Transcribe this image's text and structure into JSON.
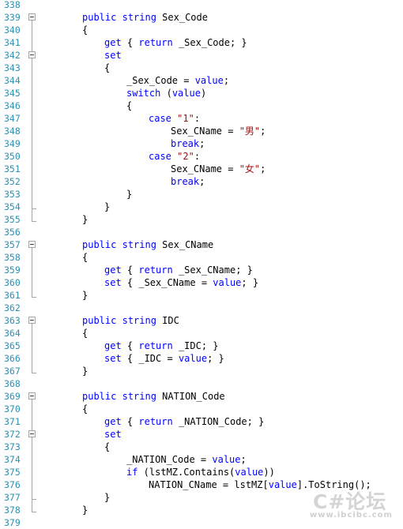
{
  "lines": [
    {
      "n": "338",
      "fold": "none",
      "indent": 0,
      "t": []
    },
    {
      "n": "339",
      "fold": "start",
      "indent": 2,
      "t": [
        [
          "k",
          "public"
        ],
        [
          "p",
          " "
        ],
        [
          "k",
          "string"
        ],
        [
          "p",
          " Sex_Code"
        ]
      ]
    },
    {
      "n": "340",
      "fold": "none",
      "indent": 2,
      "t": [
        [
          "p",
          "{"
        ]
      ]
    },
    {
      "n": "341",
      "fold": "none",
      "indent": 3,
      "t": [
        [
          "k",
          "get"
        ],
        [
          "p",
          " { "
        ],
        [
          "k",
          "return"
        ],
        [
          "p",
          " _Sex_Code; }"
        ]
      ]
    },
    {
      "n": "342",
      "fold": "start",
      "indent": 3,
      "t": [
        [
          "k",
          "set"
        ]
      ]
    },
    {
      "n": "343",
      "fold": "none",
      "indent": 3,
      "t": [
        [
          "p",
          "{"
        ]
      ]
    },
    {
      "n": "344",
      "fold": "none",
      "indent": 4,
      "t": [
        [
          "p",
          "_Sex_Code = "
        ],
        [
          "k",
          "value"
        ],
        [
          "p",
          ";"
        ]
      ]
    },
    {
      "n": "345",
      "fold": "none",
      "indent": 4,
      "t": [
        [
          "k",
          "switch"
        ],
        [
          "p",
          " ("
        ],
        [
          "k",
          "value"
        ],
        [
          "p",
          ")"
        ]
      ]
    },
    {
      "n": "346",
      "fold": "none",
      "indent": 4,
      "t": [
        [
          "p",
          "{"
        ]
      ]
    },
    {
      "n": "347",
      "fold": "none",
      "indent": 5,
      "t": [
        [
          "k",
          "case"
        ],
        [
          "p",
          " "
        ],
        [
          "s",
          "\"1\""
        ],
        [
          "p",
          ":"
        ]
      ]
    },
    {
      "n": "348",
      "fold": "none",
      "indent": 6,
      "t": [
        [
          "p",
          "Sex_CName = "
        ],
        [
          "s",
          "\"男\""
        ],
        [
          "p",
          ";"
        ]
      ]
    },
    {
      "n": "349",
      "fold": "none",
      "indent": 6,
      "t": [
        [
          "k",
          "break"
        ],
        [
          "p",
          ";"
        ]
      ]
    },
    {
      "n": "350",
      "fold": "none",
      "indent": 5,
      "t": [
        [
          "k",
          "case"
        ],
        [
          "p",
          " "
        ],
        [
          "s",
          "\"2\""
        ],
        [
          "p",
          ":"
        ]
      ]
    },
    {
      "n": "351",
      "fold": "none",
      "indent": 6,
      "t": [
        [
          "p",
          "Sex_CName = "
        ],
        [
          "s",
          "\"女\""
        ],
        [
          "p",
          ";"
        ]
      ]
    },
    {
      "n": "352",
      "fold": "none",
      "indent": 6,
      "t": [
        [
          "k",
          "break"
        ],
        [
          "p",
          ";"
        ]
      ]
    },
    {
      "n": "353",
      "fold": "none",
      "indent": 4,
      "t": [
        [
          "p",
          "}"
        ]
      ]
    },
    {
      "n": "354",
      "fold": "end",
      "indent": 3,
      "t": [
        [
          "p",
          "}"
        ]
      ]
    },
    {
      "n": "355",
      "fold": "end",
      "indent": 2,
      "t": [
        [
          "p",
          "}"
        ]
      ]
    },
    {
      "n": "356",
      "fold": "none",
      "indent": 0,
      "t": []
    },
    {
      "n": "357",
      "fold": "start",
      "indent": 2,
      "t": [
        [
          "k",
          "public"
        ],
        [
          "p",
          " "
        ],
        [
          "k",
          "string"
        ],
        [
          "p",
          " Sex_CName"
        ]
      ]
    },
    {
      "n": "358",
      "fold": "none",
      "indent": 2,
      "t": [
        [
          "p",
          "{"
        ]
      ]
    },
    {
      "n": "359",
      "fold": "none",
      "indent": 3,
      "t": [
        [
          "k",
          "get"
        ],
        [
          "p",
          " { "
        ],
        [
          "k",
          "return"
        ],
        [
          "p",
          " _Sex_CName; }"
        ]
      ]
    },
    {
      "n": "360",
      "fold": "none",
      "indent": 3,
      "t": [
        [
          "k",
          "set"
        ],
        [
          "p",
          " { _Sex_CName = "
        ],
        [
          "k",
          "value"
        ],
        [
          "p",
          "; }"
        ]
      ]
    },
    {
      "n": "361",
      "fold": "end",
      "indent": 2,
      "t": [
        [
          "p",
          "}"
        ]
      ]
    },
    {
      "n": "362",
      "fold": "none",
      "indent": 0,
      "t": []
    },
    {
      "n": "363",
      "fold": "start",
      "indent": 2,
      "t": [
        [
          "k",
          "public"
        ],
        [
          "p",
          " "
        ],
        [
          "k",
          "string"
        ],
        [
          "p",
          " IDC"
        ]
      ]
    },
    {
      "n": "364",
      "fold": "none",
      "indent": 2,
      "t": [
        [
          "p",
          "{"
        ]
      ]
    },
    {
      "n": "365",
      "fold": "none",
      "indent": 3,
      "t": [
        [
          "k",
          "get"
        ],
        [
          "p",
          " { "
        ],
        [
          "k",
          "return"
        ],
        [
          "p",
          " _IDC; }"
        ]
      ]
    },
    {
      "n": "366",
      "fold": "none",
      "indent": 3,
      "t": [
        [
          "k",
          "set"
        ],
        [
          "p",
          " { _IDC = "
        ],
        [
          "k",
          "value"
        ],
        [
          "p",
          "; }"
        ]
      ]
    },
    {
      "n": "367",
      "fold": "end",
      "indent": 2,
      "t": [
        [
          "p",
          "}"
        ]
      ]
    },
    {
      "n": "368",
      "fold": "none",
      "indent": 0,
      "t": []
    },
    {
      "n": "369",
      "fold": "start",
      "indent": 2,
      "t": [
        [
          "k",
          "public"
        ],
        [
          "p",
          " "
        ],
        [
          "k",
          "string"
        ],
        [
          "p",
          " NATION_Code"
        ]
      ]
    },
    {
      "n": "370",
      "fold": "none",
      "indent": 2,
      "t": [
        [
          "p",
          "{"
        ]
      ]
    },
    {
      "n": "371",
      "fold": "none",
      "indent": 3,
      "t": [
        [
          "k",
          "get"
        ],
        [
          "p",
          " { "
        ],
        [
          "k",
          "return"
        ],
        [
          "p",
          " _NATION_Code; }"
        ]
      ]
    },
    {
      "n": "372",
      "fold": "start",
      "indent": 3,
      "t": [
        [
          "k",
          "set"
        ]
      ]
    },
    {
      "n": "373",
      "fold": "none",
      "indent": 3,
      "t": [
        [
          "p",
          "{"
        ]
      ]
    },
    {
      "n": "374",
      "fold": "none",
      "indent": 4,
      "t": [
        [
          "p",
          "_NATION_Code = "
        ],
        [
          "k",
          "value"
        ],
        [
          "p",
          ";"
        ]
      ]
    },
    {
      "n": "375",
      "fold": "none",
      "indent": 4,
      "t": [
        [
          "k",
          "if"
        ],
        [
          "p",
          " (lstMZ.Contains("
        ],
        [
          "k",
          "value"
        ],
        [
          "p",
          "))"
        ]
      ]
    },
    {
      "n": "376",
      "fold": "none",
      "indent": 5,
      "t": [
        [
          "p",
          "NATION_CName = lstMZ["
        ],
        [
          "k",
          "value"
        ],
        [
          "p",
          "].ToString();"
        ]
      ]
    },
    {
      "n": "377",
      "fold": "end",
      "indent": 3,
      "t": [
        [
          "p",
          "}"
        ]
      ]
    },
    {
      "n": "378",
      "fold": "end",
      "indent": 2,
      "t": [
        [
          "p",
          "}"
        ]
      ]
    },
    {
      "n": "379",
      "fold": "none",
      "indent": 0,
      "t": []
    }
  ],
  "watermark": {
    "logo": "C#论坛",
    "url": "www.ibcibc.com"
  },
  "colors": {
    "line_number": "#2b91af",
    "keyword": "#0000ff",
    "string": "#a31515",
    "text": "#000000"
  }
}
